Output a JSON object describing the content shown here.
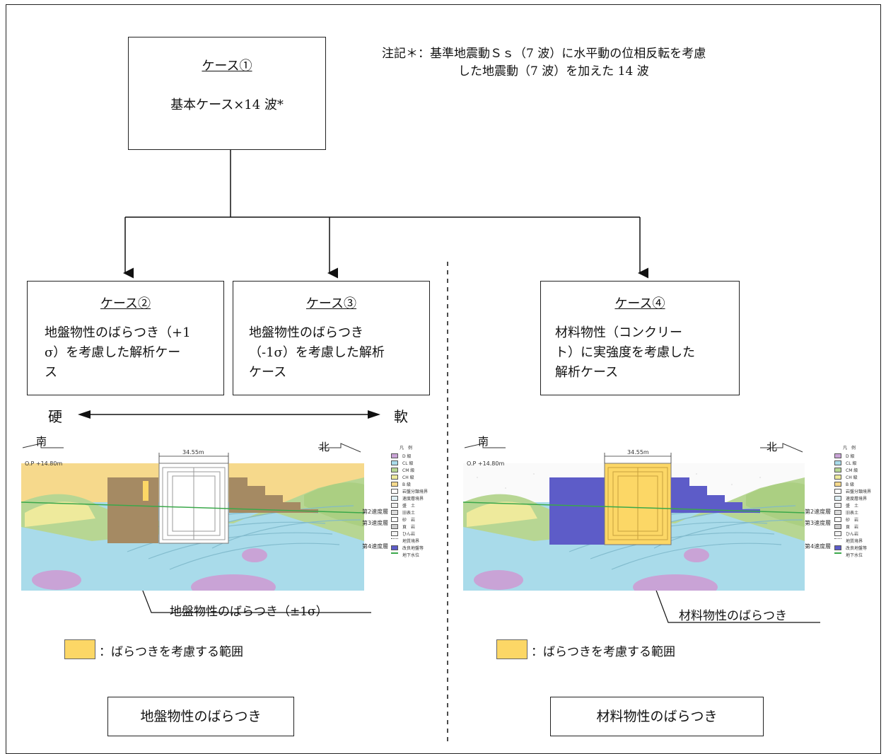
{
  "case1": {
    "title": "ケース①",
    "body": "基本ケース×14 波*"
  },
  "note": {
    "line1": "注記＊：基準地震動Ｓｓ（7 波）に水平動の位相反転を考慮",
    "line2": "した地震動（7 波）を加えた 14 波"
  },
  "case2": {
    "title": "ケース②",
    "line1": "地盤物性のばらつき（+1",
    "line2": "σ）を考慮した解析ケー",
    "line3": "ス"
  },
  "case3": {
    "title": "ケース③",
    "line1": "地盤物性のばらつき",
    "line2": "（-1σ）を考慮した解析",
    "line3": "ケース"
  },
  "case4": {
    "title": "ケース④",
    "line1": "材料物性（コンクリー",
    "line2": "ト）に実強度を考慮した",
    "line3": "解析ケース"
  },
  "arrow": {
    "hard": "硬",
    "soft": "軟"
  },
  "left_section": {
    "south": "南",
    "north": "北",
    "elevation": "O.P +14.80m",
    "width": "34.55m",
    "callout": "地盤物性のばらつき（±1σ）",
    "swatch_label": "：ばらつきを考慮する範囲",
    "footer": "地盤物性のばらつき",
    "layer2": "第2速度層",
    "layer3": "第3速度層",
    "layer4": "第4速度層"
  },
  "right_section": {
    "south": "南",
    "north": "北",
    "elevation": "O.P +14.80m",
    "width": "34.55m",
    "callout": "材料物性のばらつき",
    "swatch_label": "：ばらつきを考慮する範囲",
    "footer": "材料物性のばらつき",
    "layer2": "第2速度層",
    "layer3": "第3速度層",
    "layer4": "第4速度層"
  },
  "legend": {
    "title": "凡　例",
    "items": [
      "D 級",
      "CL 級",
      "CM 級",
      "CH 級",
      "B 級",
      "岩盤分類境界",
      "速度層境界",
      "盛　土",
      "旧表土",
      "砂　岩",
      "頁　岩",
      "ひん岩",
      "地質境界",
      "改良地盤等",
      "地下水位"
    ]
  },
  "colors": {
    "variation": "#fcd766",
    "ground_upper": "#f6d98c",
    "sea_blue": "#a9dbea",
    "green": "#b7d693",
    "purple": "#c9a3d6",
    "concrete": "#5d5cc8",
    "brown": "#a58a63"
  }
}
